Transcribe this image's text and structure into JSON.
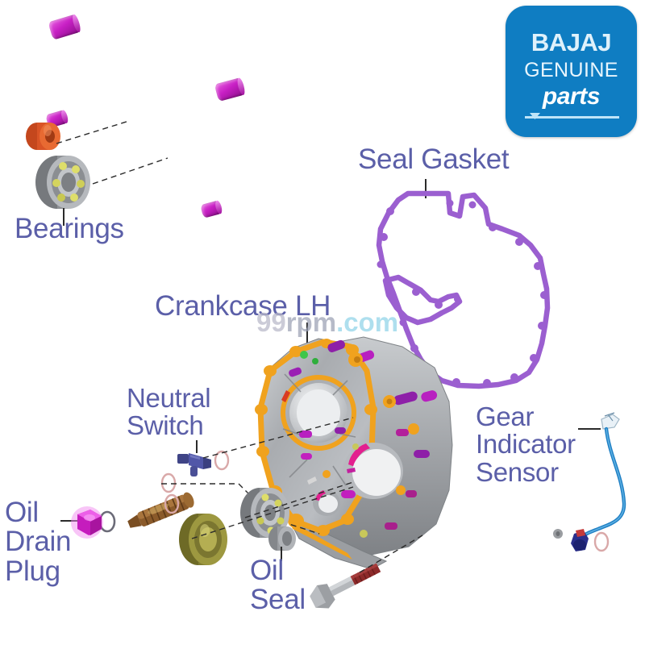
{
  "diagram": {
    "title": "Crankcase LH exploded parts diagram",
    "background_color": "#ffffff",
    "label_color": "#5b5fa8"
  },
  "logo": {
    "brand": "BAJAJ",
    "line2": "GENUINE",
    "line3": "parts",
    "badge_color": "#0f7dc2",
    "text_color": "#ffffff"
  },
  "watermark": {
    "prefix": "99",
    "mid": "rpm",
    "suffix": ".com",
    "color": "#8fd3e8"
  },
  "labels": {
    "bearings": "Bearings",
    "seal_gasket": "Seal Gasket",
    "crankcase_lh": "Crankcase LH",
    "neutral_switch": "Neutral\nSwitch",
    "oil_drain_plug": "Oil\nDrain\nPlug",
    "oil_seal": "Oil\nSeal",
    "gear_indicator_sensor": "Gear\nIndicator\nSensor"
  },
  "parts": {
    "seal_gasket_color": "#9b5fd0",
    "crankcase_body_color": "#a9abae",
    "gasket_surface_color": "#f0a21e",
    "dowel_pin_color": "#c71fc4",
    "bushing_color": "#e05a28",
    "bearing_ball_color": "#d8d85a",
    "oil_seal_color": "#8d8a3c",
    "neutral_switch_color": "#4a4f96",
    "strainer_color": "#8a5a2a",
    "drain_plug_color": "#d21fc9",
    "sensor_wire_color": "#1f7fc4",
    "bolt_shaft_color": "#8d2a2a",
    "leader_line_color": "#2b2b2b"
  }
}
